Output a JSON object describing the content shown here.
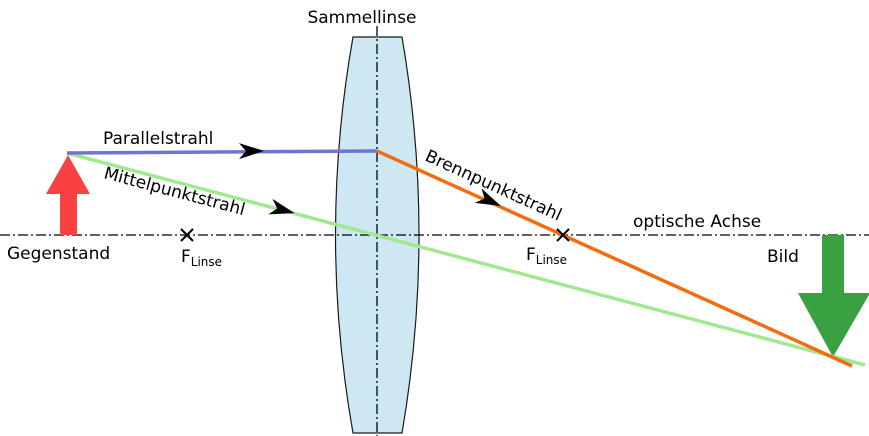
{
  "diagram": {
    "lens_label": "Sammellinse",
    "axis_label": "optische Achse",
    "object_label": "Gegenstand",
    "image_label": "Bild",
    "focal_left": {
      "main": "F",
      "sub": "Linse"
    },
    "focal_right": {
      "main": "F",
      "sub": "Linse"
    },
    "rays": {
      "parallel": "Parallelstrahl",
      "central": "Mittelpunktstrahl",
      "focal": "Brennpunktstrahl"
    },
    "colors": {
      "lens_fill": "#cde8f3",
      "object_arrow": "#f94144",
      "image_arrow": "#3aa142",
      "parallel_ray": "#6f74d2",
      "central_ray": "#a2e88f",
      "focal_ray": "#f26d10"
    }
  }
}
